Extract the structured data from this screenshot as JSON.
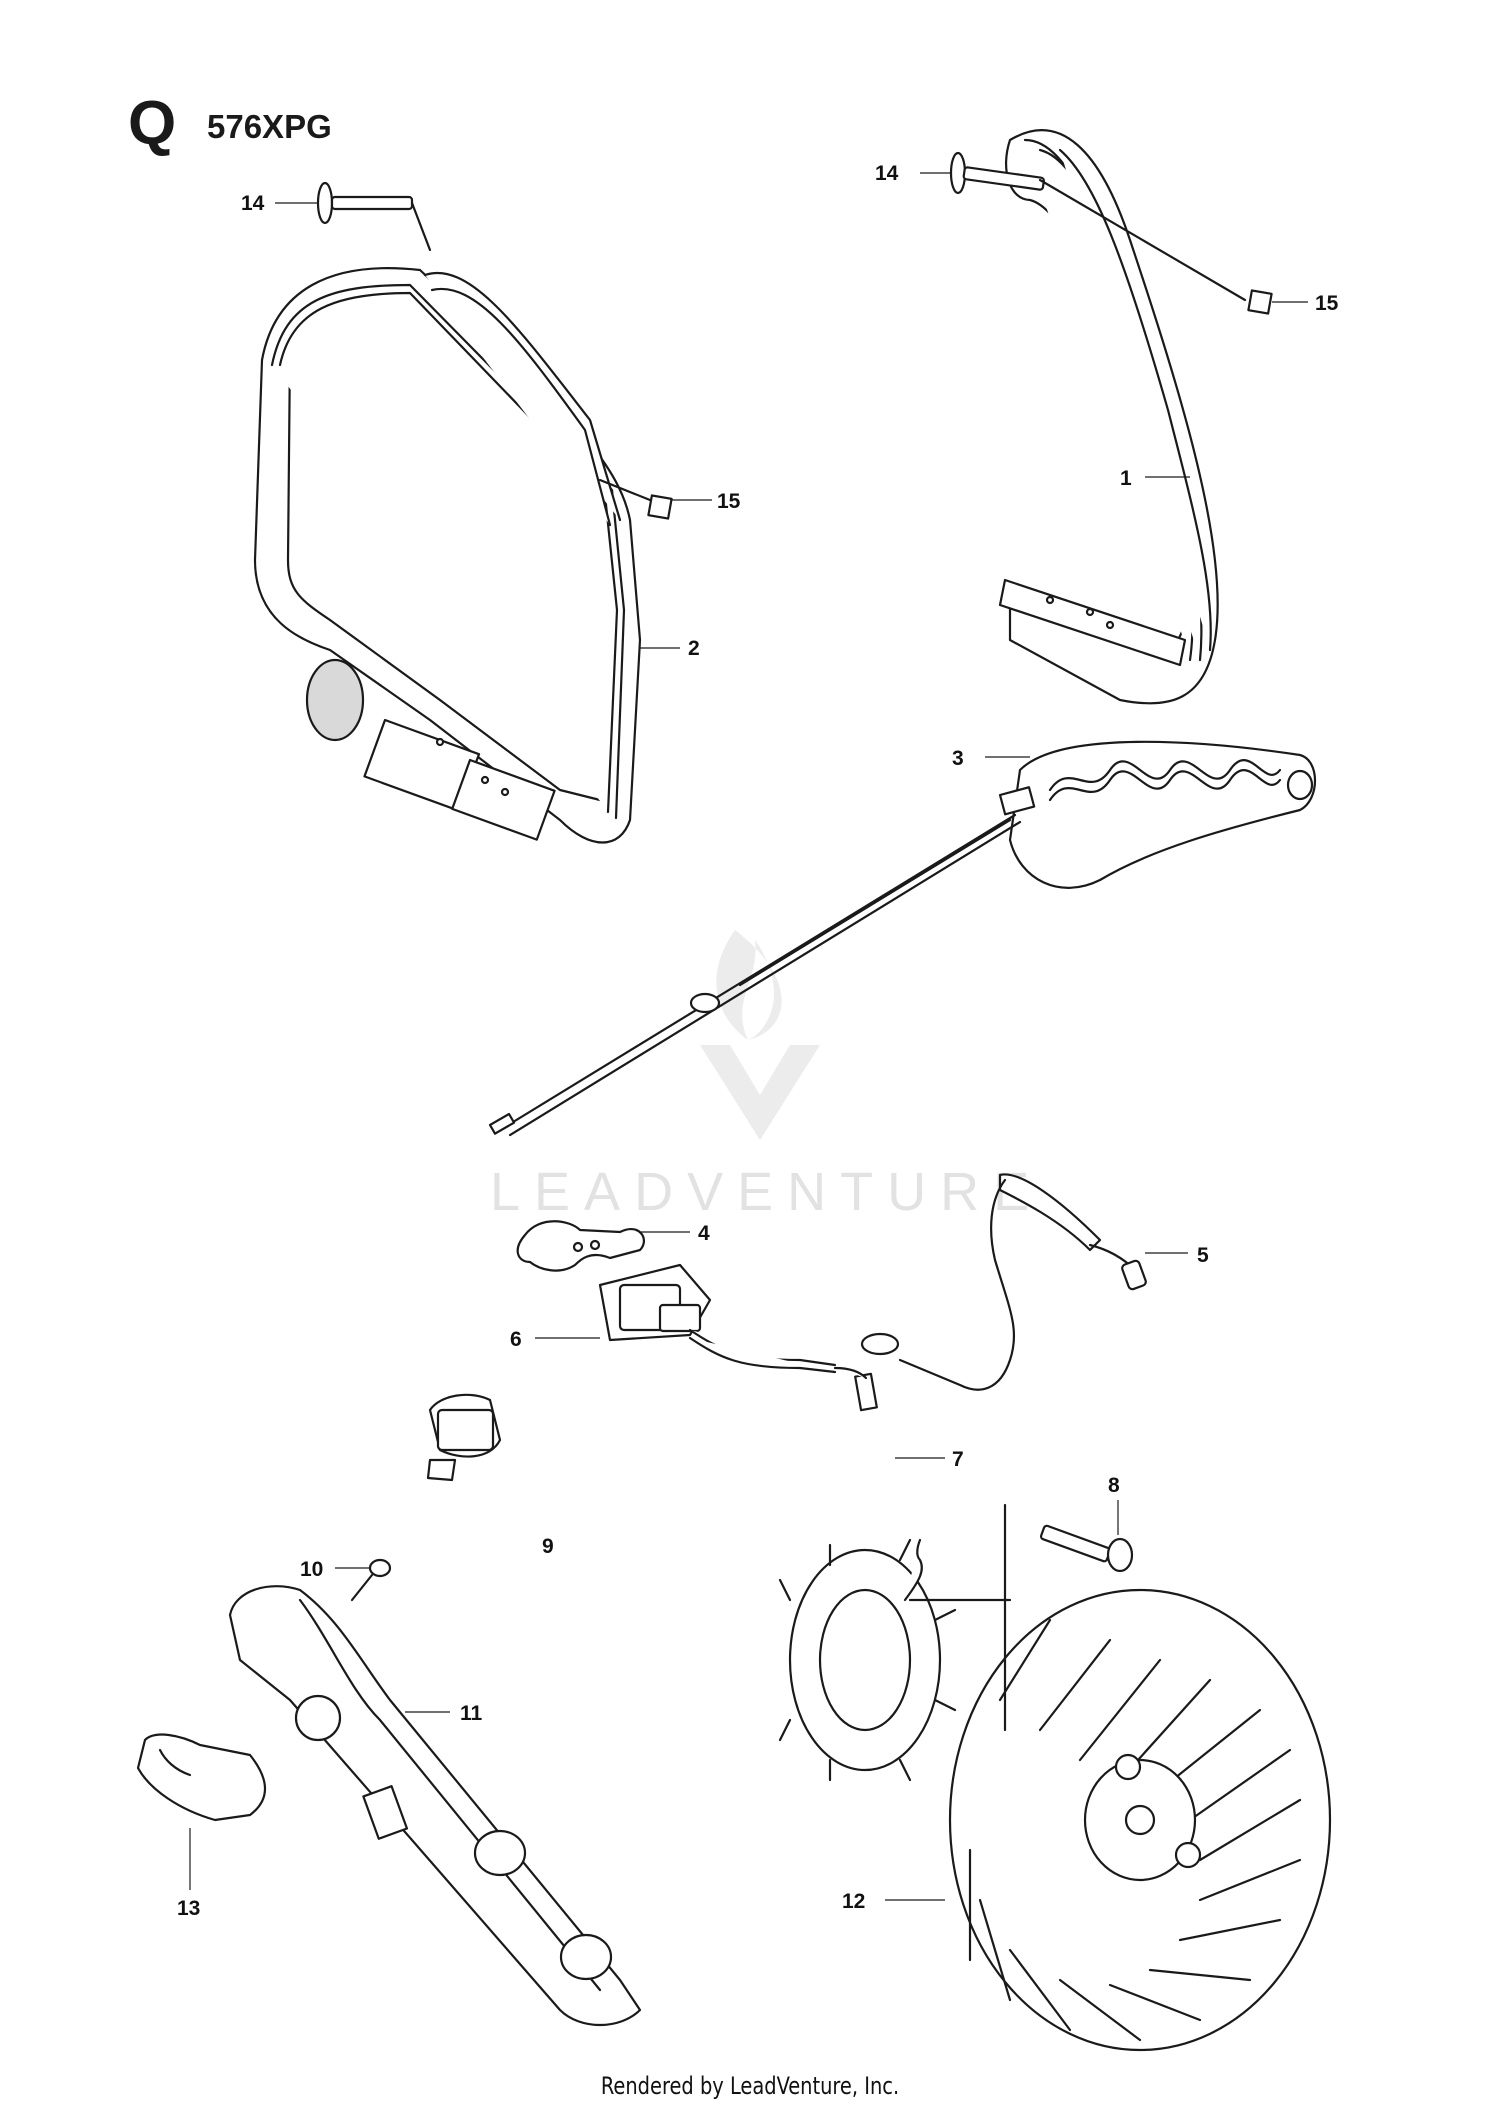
{
  "header": {
    "section_letter": "Q",
    "model": "576XPG"
  },
  "watermark": {
    "brand": "LEADVENTURE"
  },
  "footer": {
    "rendered_by": "Rendered by LeadVenture, Inc."
  },
  "callouts": {
    "c1": "1",
    "c2": "2",
    "c3": "3",
    "c4": "4",
    "c5": "5",
    "c6": "6",
    "c7": "7",
    "c8": "8",
    "c9": "9",
    "c10": "10",
    "c11": "11",
    "c12": "12",
    "c13": "13",
    "c14a": "14",
    "c14b": "14",
    "c15a": "15",
    "c15b": "15"
  }
}
